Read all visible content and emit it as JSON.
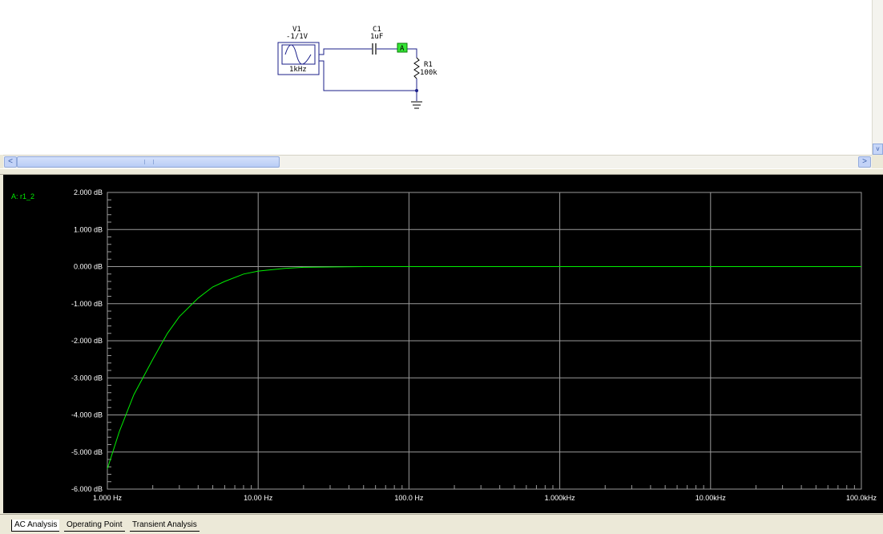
{
  "schematic": {
    "source": {
      "name": "V1",
      "value": "-1/1V",
      "freq": "1kHz"
    },
    "capacitor": {
      "name": "C1",
      "value": "1uF"
    },
    "resistor": {
      "name": "R1",
      "value": "100k"
    },
    "probe": {
      "label": "A"
    }
  },
  "scrollbar": {
    "grip": "III",
    "left_arrow": "<",
    "right_arrow": ">",
    "down_arrow": "v"
  },
  "chart_data": {
    "type": "line",
    "title": "",
    "x_scale": "log",
    "xlim": [
      1,
      100000
    ],
    "ylim": [
      -6,
      2
    ],
    "x_tick_labels": [
      "1.000 Hz",
      "10.00 Hz",
      "100.0 Hz",
      "1.000kHz",
      "10.00kHz",
      "100.0kHz"
    ],
    "y_tick_labels": [
      "2.000 dB",
      "1.000 dB",
      "0.000 dB",
      "-1.000 dB",
      "-2.000 dB",
      "-3.000 dB",
      "-4.000 dB",
      "-5.000 dB",
      "-6.000 dB"
    ],
    "grid": true,
    "legend_position": "top-left",
    "series": [
      {
        "name": "A: r1_2",
        "color": "#00ee00",
        "x": [
          1,
          1.2,
          1.5,
          2,
          2.5,
          3,
          4,
          5,
          6,
          8,
          10,
          15,
          20,
          30,
          50,
          100,
          1000,
          10000,
          100000
        ],
        "y": [
          -5.45,
          -4.45,
          -3.45,
          -2.5,
          -1.8,
          -1.35,
          -0.85,
          -0.55,
          -0.4,
          -0.2,
          -0.12,
          -0.05,
          -0.02,
          -0.01,
          0,
          0,
          0,
          0,
          0
        ]
      }
    ]
  },
  "tabs": [
    {
      "label": "AC Analysis",
      "active": true
    },
    {
      "label": "Operating Point",
      "active": false
    },
    {
      "label": "Transient Analysis",
      "active": false
    }
  ]
}
